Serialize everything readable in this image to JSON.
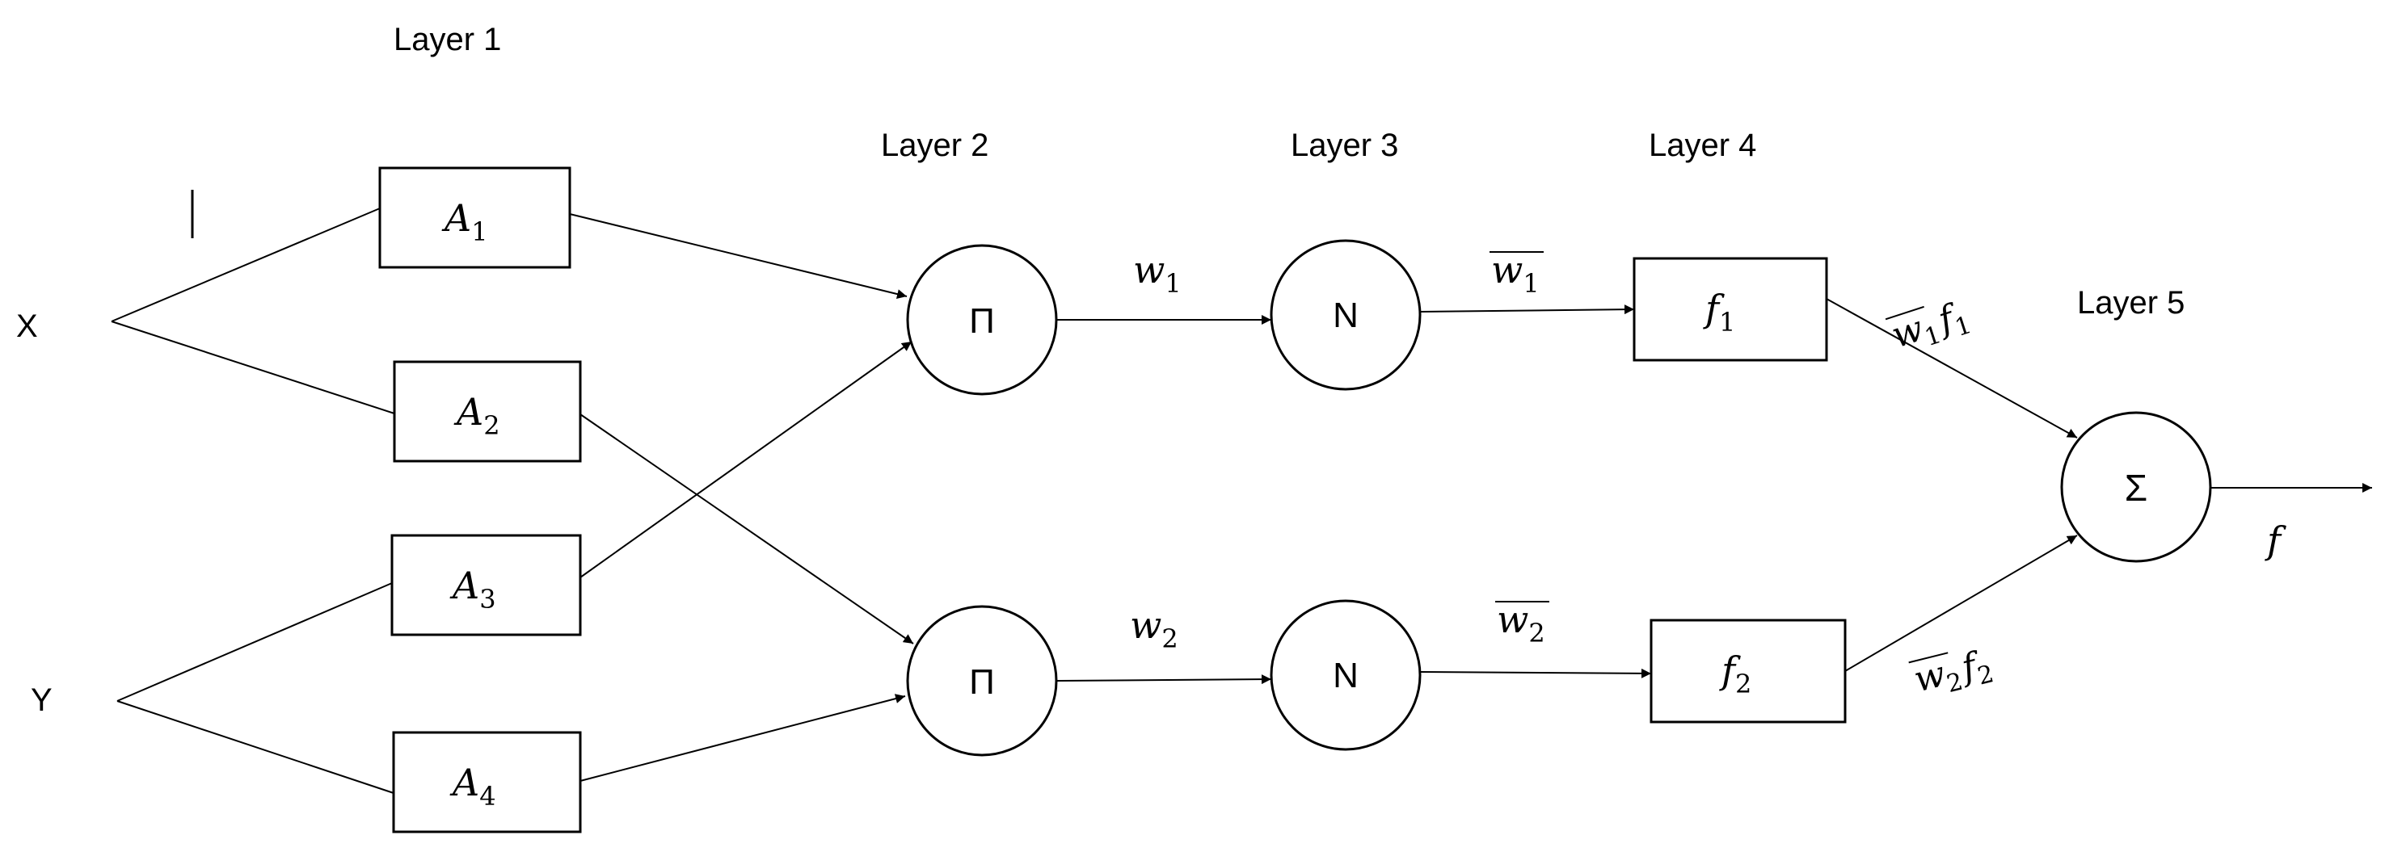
{
  "layers": {
    "l1": "Layer 1",
    "l2": "Layer 2",
    "l3": "Layer 3",
    "l4": "Layer 4",
    "l5": "Layer 5"
  },
  "inputs": {
    "x": "X",
    "y": "Y"
  },
  "membership": {
    "a1": {
      "base": "A",
      "sub": "1"
    },
    "a2": {
      "base": "A",
      "sub": "2"
    },
    "a3": {
      "base": "A",
      "sub": "3"
    },
    "a4": {
      "base": "A",
      "sub": "4"
    }
  },
  "product_nodes": {
    "p1": "Π",
    "p2": "Π"
  },
  "norm_nodes": {
    "n1": "N",
    "n2": "N"
  },
  "sum_node": "Σ",
  "consequent": {
    "f1": {
      "base": "f",
      "sub": "1"
    },
    "f2": {
      "base": "f",
      "sub": "2"
    }
  },
  "edge_labels": {
    "w1": {
      "base": "w",
      "sub": "1"
    },
    "w2": {
      "base": "w",
      "sub": "2"
    },
    "w1_bar": {
      "base": "w",
      "sub": "1"
    },
    "w2_bar": {
      "base": "w",
      "sub": "2"
    },
    "w1f1": {
      "w": "w",
      "wsub": "1",
      "f": "f",
      "fsub": "1"
    },
    "w2f2": {
      "w": "w",
      "wsub": "2",
      "f": "f",
      "fsub": "2"
    }
  },
  "output_label": "f"
}
